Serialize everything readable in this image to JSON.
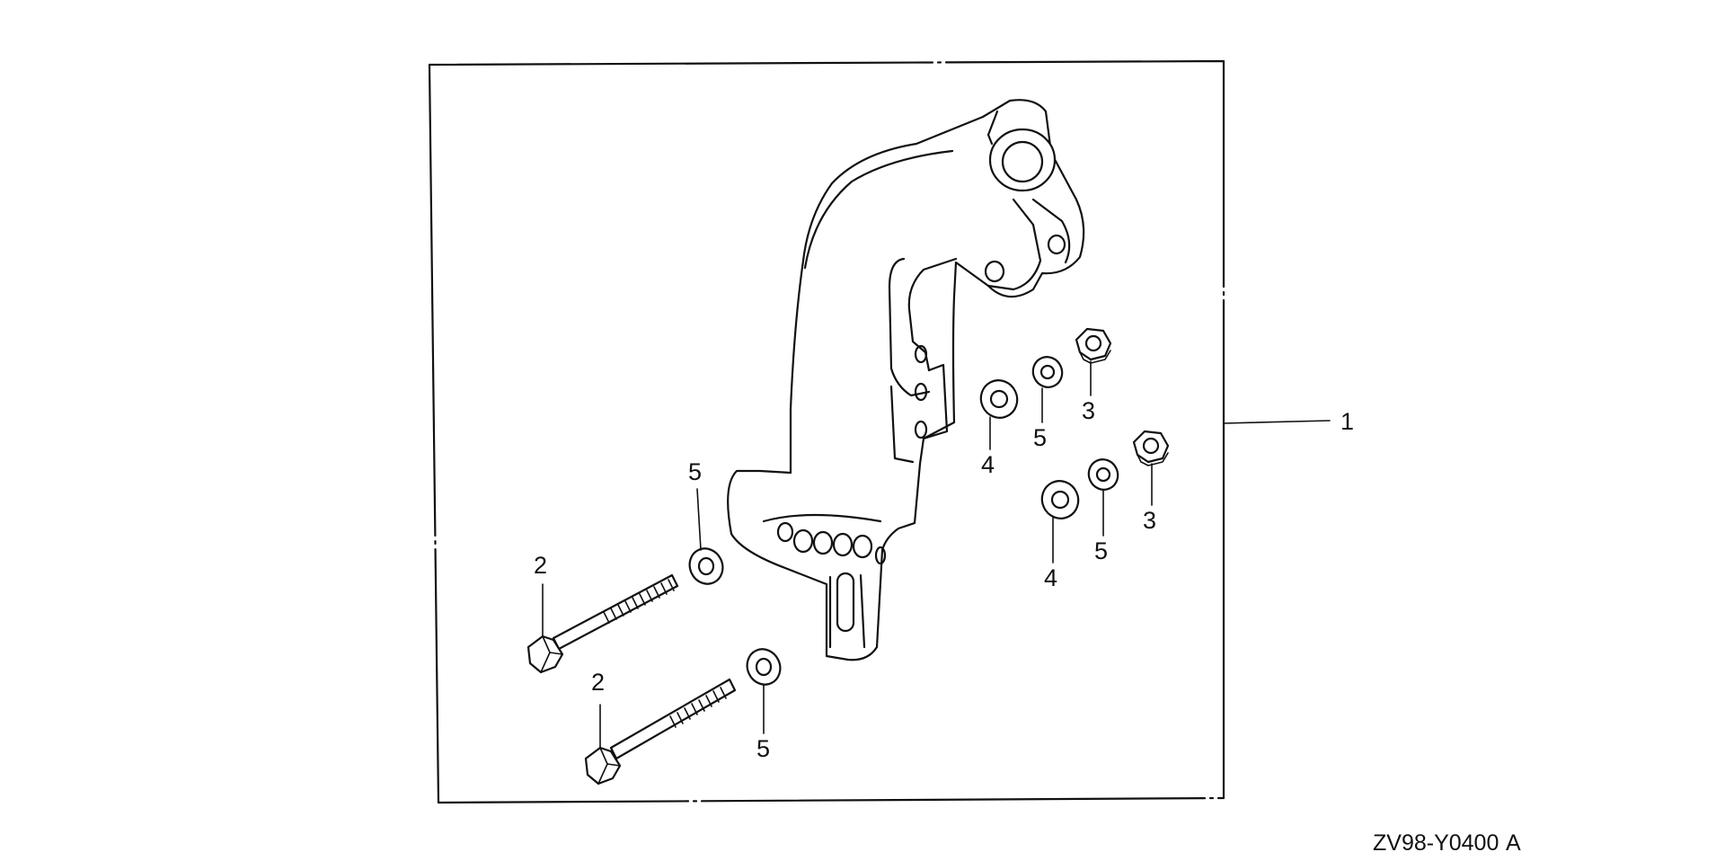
{
  "diagram_code": "ZV98-Y0400",
  "diagram_revision": "A",
  "callouts": {
    "main": "1",
    "bolt_upper": "2",
    "bolt_lower": "2",
    "nut_upper": "3",
    "nut_lower": "3",
    "washer4_upper": "4",
    "washer4_lower": "4",
    "washer5_upper_right": "5",
    "washer5_lower_right": "5",
    "washer5_left_upper": "5",
    "washer5_left_lower": "5"
  },
  "icons": {
    "assembly": "bracket-assembly-icon",
    "bolt": "hex-bolt-icon",
    "nut": "hex-nut-icon",
    "washer": "washer-icon"
  }
}
